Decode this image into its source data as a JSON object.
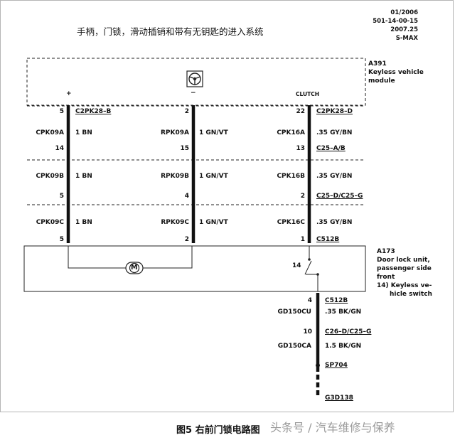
{
  "title": "手柄，门锁，滑动插销和带有无钥匙的进入系统",
  "meta": [
    "01/2006",
    "501-14-00-15",
    "2007.25",
    "S-MAX"
  ],
  "module_a391": {
    "id": "A391",
    "desc_line1": "Keyless vehicle",
    "desc_line2": "module",
    "pin_plus": "+",
    "pin_minus": "−",
    "pin_clutch": "CLUTCH"
  },
  "connectors": {
    "c2pk28b": "C2PK28–B",
    "c2pk28d": "C2PK28–D",
    "c25ab": "C25–A/B",
    "c25dg": "C25–D/C25–G",
    "c512b_top": "C512B",
    "c512b_bottom": "C512B",
    "c26dg": "C26–D/C25–G",
    "sp704": "SP704",
    "g3d138": "G3D138"
  },
  "pins": {
    "p5a": "5",
    "p14": "14",
    "p5b": "5",
    "p5c": "5",
    "p2a": "2",
    "p15": "15",
    "p4": "4",
    "p2c": "2",
    "p22": "22",
    "p13": "13",
    "p2d": "2",
    "p1": "1",
    "p14sw": "14",
    "p4b": "4",
    "p10": "10"
  },
  "wires": {
    "cpk09a": "CPK09A",
    "cpk09a_spec": "1 BN",
    "rpk09a": "RPK09A",
    "rpk09a_spec": "1 GN/VT",
    "cpk16a": "CPK16A",
    "cpk16a_spec": ".35 GY/BN",
    "cpk09b": "CPK09B",
    "cpk09b_spec": "1 BN",
    "rpk09b": "RPK09B",
    "rpk09b_spec": "1 GN/VT",
    "cpk16b": "CPK16B",
    "cpk16b_spec": ".35 GY/BN",
    "cpk09c": "CPK09C",
    "cpk09c_spec": "1 BN",
    "rpk09c": "RPK09C",
    "rpk09c_spec": "1 GN/VT",
    "cpk16c": "CPK16C",
    "cpk16c_spec": ".35 GY/BN",
    "gd150cu": "GD150CU",
    "gd150cu_spec": ".35 BK/GN",
    "gd150ca": "GD150CA",
    "gd150ca_spec": "1.5 BK/GN"
  },
  "unit_a173": {
    "id": "A173",
    "line1": "Door lock unit,",
    "line2": "passenger side",
    "line3": "front",
    "line4": "14) Keyless ve-",
    "line5": "hicle switch"
  },
  "motor_symbol": "M",
  "caption": "图5 右前门锁电路图",
  "watermark": "头条号 / 汽车维修与保养"
}
